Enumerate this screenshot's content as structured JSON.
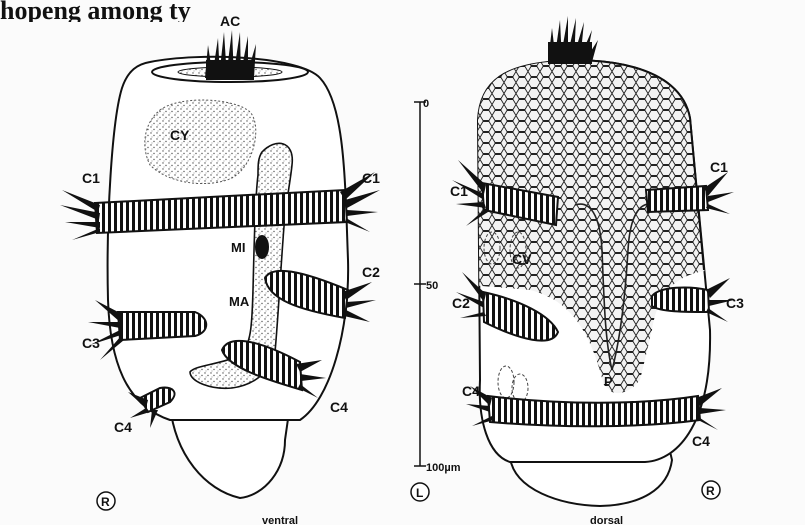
{
  "heading": "hopeng among ty",
  "left_cell": {
    "labels": {
      "ac": "AC",
      "cy": "CY",
      "c1_left": "C1",
      "c1_right": "C1",
      "mi": "MI",
      "ma": "MA",
      "c2": "C2",
      "c3": "C3",
      "c4_right": "C4",
      "c4_left": "C4"
    },
    "view": "ventral",
    "circle_letter": "R"
  },
  "scale_bar": {
    "ticks": [
      {
        "label": "0",
        "value": 0
      },
      {
        "label": "50",
        "value": 50
      },
      {
        "label": "100µm",
        "value": 100
      }
    ],
    "circle_letter": "L"
  },
  "right_cell": {
    "labels": {
      "c1_left": "C1",
      "c1_right": "C1",
      "cv": "CV",
      "c2": "C2",
      "c3": "C3",
      "p": "P",
      "c4_left": "C4",
      "c4_right": "C4"
    },
    "view": "dorsal",
    "circle_letter": "R"
  },
  "colors": {
    "ink": "#111111",
    "paper": "#fbfbfb",
    "stipple": "#6a6a6a"
  }
}
